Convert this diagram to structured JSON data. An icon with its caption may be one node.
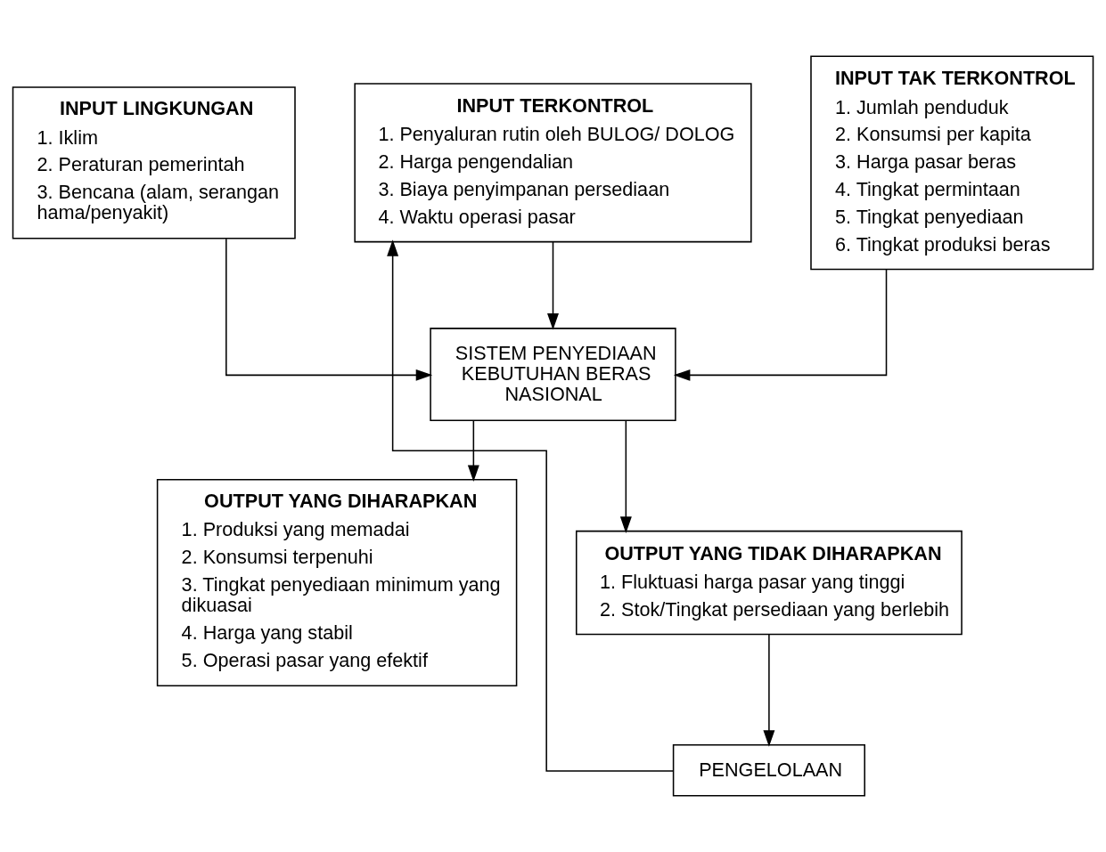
{
  "diagram": {
    "nodes": [
      {
        "text": [
          "INPUT LINGKUNGAN",
          "1. Iklim",
          "2. Peraturan pemerintah",
          "3. Bencana (alam, serangan hama/penyakit)"
        ]
      },
      {
        "text": [
          "INPUT TAK TERKONTROL",
          "1. Jumlah penduduk",
          "2. Konsumsi per kapita",
          "3. Harga pasar beras",
          "4. Tingkat permintaan",
          "5. Tingkat penyediaan",
          "6. Tingkat produksi beras"
        ]
      },
      {
        "text": [
          "OUTPUT YANG DIHARAPKAN",
          "1. Produksi yang memadai",
          "2. Konsumsi terpenuhi",
          "3. Tingkat penyediaan minimum yang dikuasai",
          "4. Harga yang stabil",
          "5. Operasi pasar yang efektif"
        ]
      },
      {
        "text": [
          "SISTEM PENYEDIAAN KEBUTUHAN BERAS NASIONAL"
        ]
      },
      {
        "text": [
          "INPUT TERKONTROL",
          "1. Penyaluran rutin oleh BULOG/ DOLOG",
          "2. Harga pengendalian",
          "3. Biaya penyimpanan persediaan",
          "4. Waktu operasi pasar"
        ]
      },
      {
        "text": [
          "OUTPUT YANG TIDAK DIHARAPKAN",
          "1. Fluktuasi harga pasar yang tinggi",
          "2. Stok/Tingkat persediaan yang berlebih"
        ]
      },
      {
        "text": [
          "PENGELOLAAN"
        ]
      }
    ],
    "edges": [
      {
        "from": 0,
        "to": 3,
        "arrow": "to"
      },
      {
        "from": 1,
        "to": 3,
        "arrow": "to"
      },
      {
        "from": 4,
        "to": 3,
        "arrow": "to"
      },
      {
        "from": 3,
        "to": 2,
        "arrow": "to"
      },
      {
        "from": 3,
        "to": 5,
        "arrow": "to"
      },
      {
        "from": 5,
        "to": 6,
        "arrow": "to"
      },
      {
        "from": 6,
        "to": 4,
        "arrow": "to"
      }
    ]
  }
}
